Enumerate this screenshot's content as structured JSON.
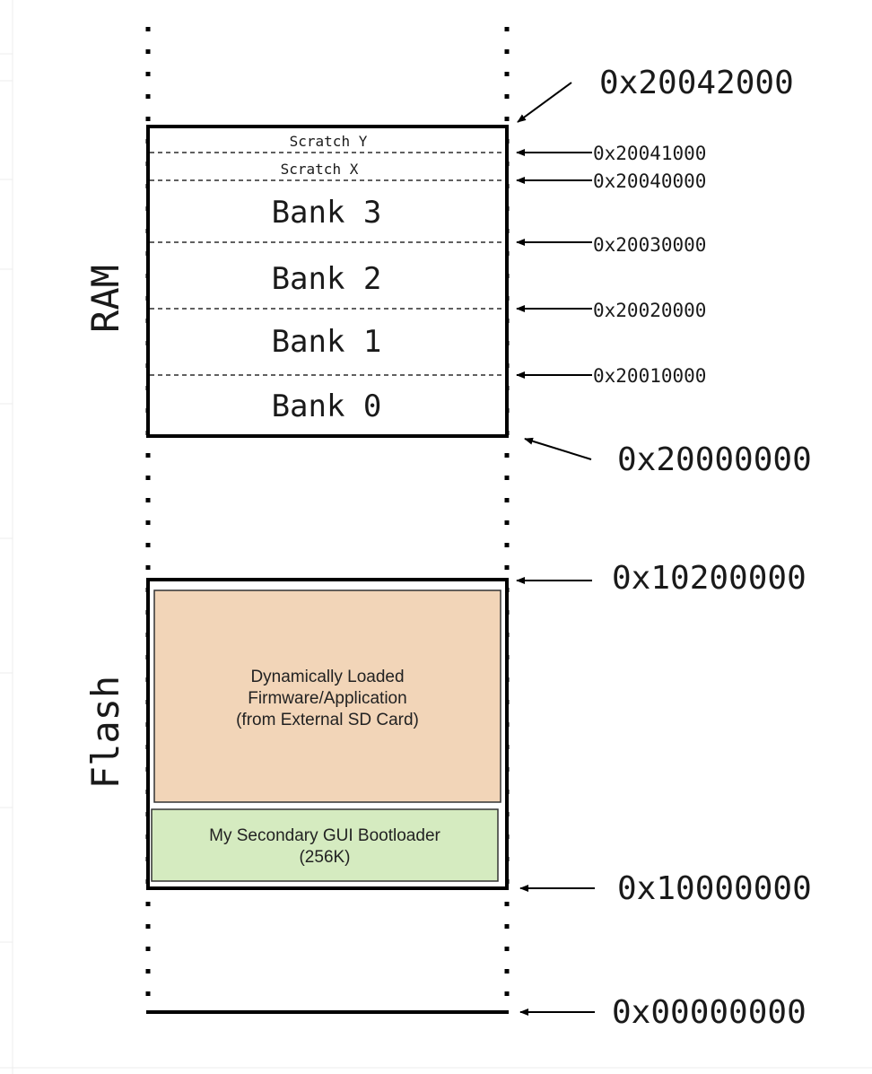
{
  "labels": {
    "ram": "RAM",
    "flash": "Flash"
  },
  "ram_regions": {
    "scratch_y": "Scratch Y",
    "scratch_x": "Scratch X",
    "bank3": "Bank 3",
    "bank2": "Bank 2",
    "bank1": "Bank 1",
    "bank0": "Bank 0"
  },
  "flash_regions": {
    "app_line1": "Dynamically Loaded",
    "app_line2": "Firmware/Application",
    "app_line3": "(from External SD Card)",
    "boot_line1": "My Secondary GUI Bootloader",
    "boot_line2": "(256K)"
  },
  "addresses": {
    "ram_top": "0x20042000",
    "scratch_y_start": "0x20041000",
    "scratch_x_start": "0x20040000",
    "bank3_start": "0x20030000",
    "bank2_start": "0x20020000",
    "bank1_start": "0x20010000",
    "ram_base": "0x20000000",
    "flash_top": "0x10200000",
    "flash_base": "0x10000000",
    "null_base": "0x00000000"
  },
  "colors": {
    "line": "#000000",
    "app_fill": "#f2d5b8",
    "boot_fill": "#d5ebc0",
    "grid": "#ececec"
  }
}
